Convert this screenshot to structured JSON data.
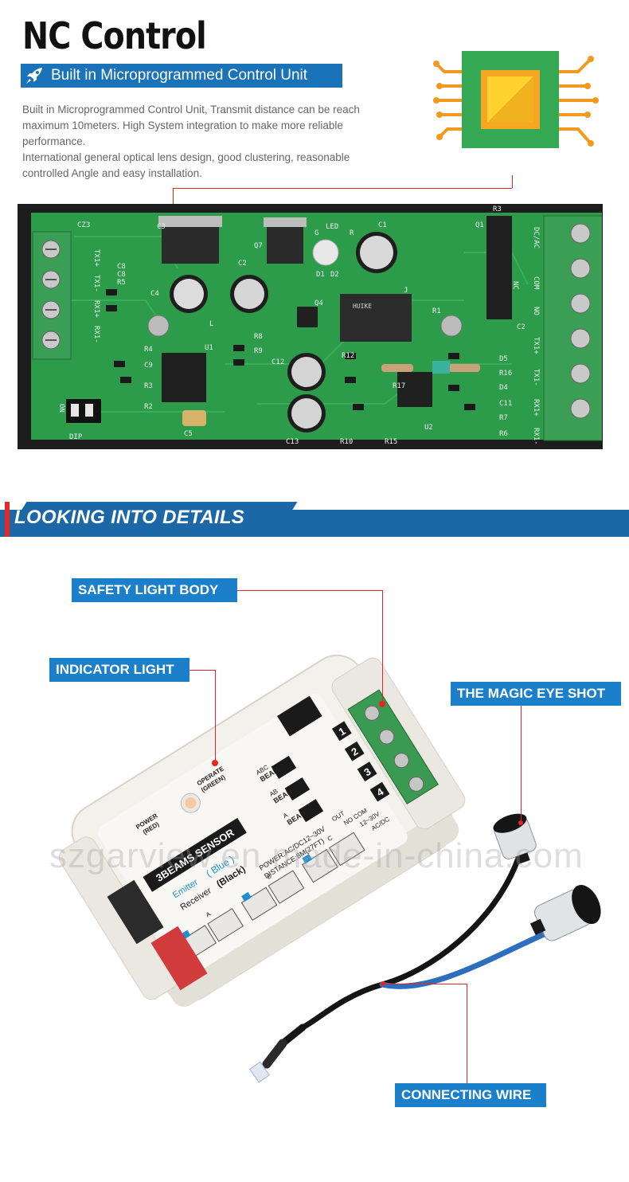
{
  "header": {
    "title": "NC Control",
    "subtitle": "Built in Microprogrammed Control Unit",
    "description_lines": [
      "Built in Microprogrammed Control Unit, Transmit distance can be reach",
      "maximum 10meters.  High System integration to make more reliable",
      "performance.",
      "International general optical lens design, good clustering, reasonable",
      "controlled Angle and easy installation."
    ]
  },
  "section": {
    "title": "LOOKING INTO DETAILS"
  },
  "callouts": {
    "body": "SAFETY LIGHT BODY",
    "indicator": "INDICATOR LIGHT",
    "eye": "THE MAGIC EYE SHOT",
    "wire": "CONNECTING WIRE"
  },
  "device": {
    "operate_label": "OPERATE",
    "operate_color": "(GREEN)",
    "power_label": "POWER",
    "power_color": "(RED)",
    "beam_abc": "BEAM",
    "beam_ab": "BEAM",
    "beam_a": "BEAM",
    "beam_abc_letters": "ABC",
    "beam_ab_letters": "AB",
    "beam_a_letters": "A",
    "brand": "3BEAMS SENSOR",
    "emitter": "Emitter",
    "emitter_color": "( Blue )",
    "receiver": "Receiver",
    "receiver_color": "(Black)",
    "power_spec": "POWER:AC/DC12~30V",
    "distance_spec": "DISTANCE:8M(27FT)",
    "terminals": [
      "1",
      "2",
      "3",
      "4"
    ],
    "terminal_labels": [
      "OUT",
      "NO COM",
      "12~30V",
      "AC/DC"
    ],
    "connector_letters": [
      "A",
      "B",
      "C"
    ]
  },
  "pcb_labels": [
    "CZ3",
    "C3",
    "LED",
    "G",
    "R",
    "C1",
    "R3",
    "Q1",
    "C8",
    "C8",
    "R5",
    "C4",
    "C2",
    "Q7",
    "D2",
    "D1",
    "Q4",
    "J",
    "R1",
    "R4",
    "C9",
    "R3",
    "R2",
    "L",
    "C12",
    "R9",
    "R8",
    "R12",
    "R17",
    "U1",
    "C5",
    "C13",
    "R10",
    "R15",
    "U2",
    "D5",
    "R16",
    "D4",
    "C11",
    "R7",
    "R6",
    "C2",
    "TX1+",
    "TX1-",
    "RX1+",
    "RX1-",
    "DC/AC",
    "COM",
    "NO",
    "NC",
    "TX1+",
    "TX1-",
    "RX1+",
    "RX1-",
    "ON",
    "DIP",
    "HUIKE"
  ],
  "watermark": "szgarview.en.made-in-china.com",
  "colors": {
    "accent_blue": "#1b80c9",
    "banner_blue": "#1c67a6",
    "pointer_red": "#e52424",
    "pcb_green": "#2d9e4c",
    "chip_green": "#34a853",
    "chip_orange": "#f39a1e"
  }
}
